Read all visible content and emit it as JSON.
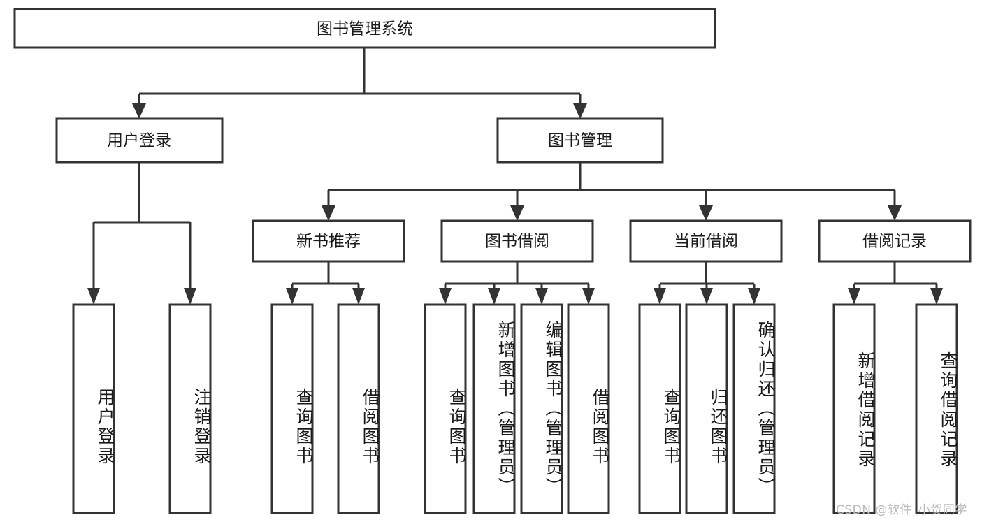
{
  "diagram": {
    "title": "图书管理系统",
    "type": "tree",
    "watermark": "CSDN @软件_小贺同学",
    "colors": {
      "stroke": "#333333",
      "fill": "#ffffff",
      "text": "#1a1a1a",
      "watermark": "#b9b9b9",
      "background": "#ffffff"
    },
    "nodes": {
      "root": {
        "label": "图书管理系统"
      },
      "level2": [
        {
          "id": "user-login",
          "label": "用户登录"
        },
        {
          "id": "book-manage",
          "label": "图书管理"
        }
      ],
      "level3": [
        {
          "id": "new-book-recommend",
          "label": "新书推荐"
        },
        {
          "id": "book-borrow",
          "label": "图书借阅"
        },
        {
          "id": "current-borrow",
          "label": "当前借阅"
        },
        {
          "id": "borrow-record",
          "label": "借阅记录"
        }
      ],
      "leaves": {
        "user_login": [
          {
            "id": "leaf-user-login",
            "label": "用户登录"
          },
          {
            "id": "leaf-user-logout",
            "label": "注销登录"
          }
        ],
        "new_book_recommend": [
          {
            "id": "leaf-query-book-1",
            "label": "查询图书"
          },
          {
            "id": "leaf-borrow-book-1",
            "label": "借阅图书"
          }
        ],
        "book_borrow": [
          {
            "id": "leaf-query-book-2",
            "label": "查询图书"
          },
          {
            "id": "leaf-add-book",
            "label": "新增图书（管理员）"
          },
          {
            "id": "leaf-edit-book",
            "label": "编辑图书（管理员）"
          },
          {
            "id": "leaf-borrow-book-2",
            "label": "借阅图书"
          }
        ],
        "current_borrow": [
          {
            "id": "leaf-query-book-3",
            "label": "查询图书"
          },
          {
            "id": "leaf-return-book",
            "label": "归还图书"
          },
          {
            "id": "leaf-confirm-return",
            "label": "确认归还（管理员）"
          }
        ],
        "borrow_record": [
          {
            "id": "leaf-add-record",
            "label": "新增借阅记录"
          },
          {
            "id": "leaf-query-record",
            "label": "查询借阅记录"
          }
        ]
      }
    }
  }
}
